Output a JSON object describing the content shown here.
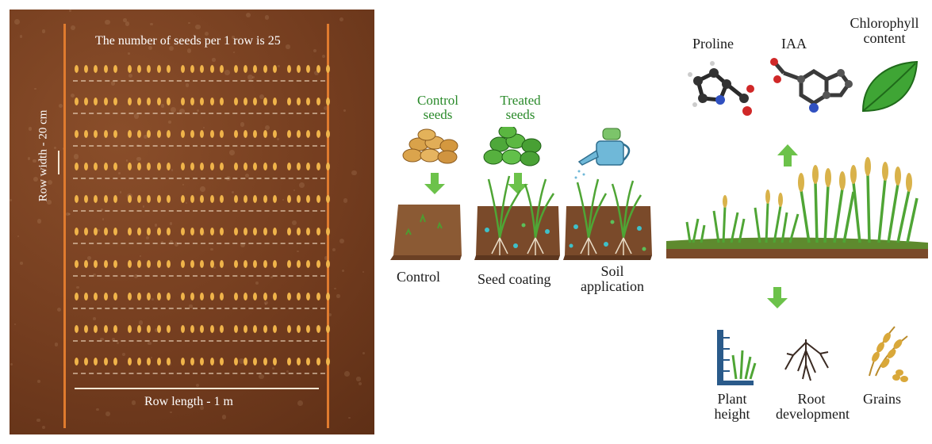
{
  "plot": {
    "seeds_per_row_text": "The number of seeds per 1 row is 25",
    "row_width_text": "Row width - 20 cm",
    "row_length_text": "Row length - 1 m",
    "rows": 10,
    "seeds_per_row": 25,
    "colors": {
      "soil": "#743d1f",
      "border": "#e07b2e",
      "seed": "#f0b44a"
    }
  },
  "treatments": {
    "control_seeds_label": "Control seeds",
    "treated_seeds_label": "Treated seeds",
    "control_label": "Control",
    "seed_coating_label": "Seed coating",
    "soil_application_label": "Soil application"
  },
  "outcomes": {
    "proline_label": "Proline",
    "iaa_label": "IAA",
    "chlorophyll_label": "Chlorophyll content",
    "plant_height_label": "Plant height",
    "root_development_label": "Root development",
    "grains_label": "Grains"
  },
  "colors": {
    "label_green": "#2a8a2a",
    "arrow_green": "#6cc24a",
    "leaf_green": "#3fa535"
  }
}
